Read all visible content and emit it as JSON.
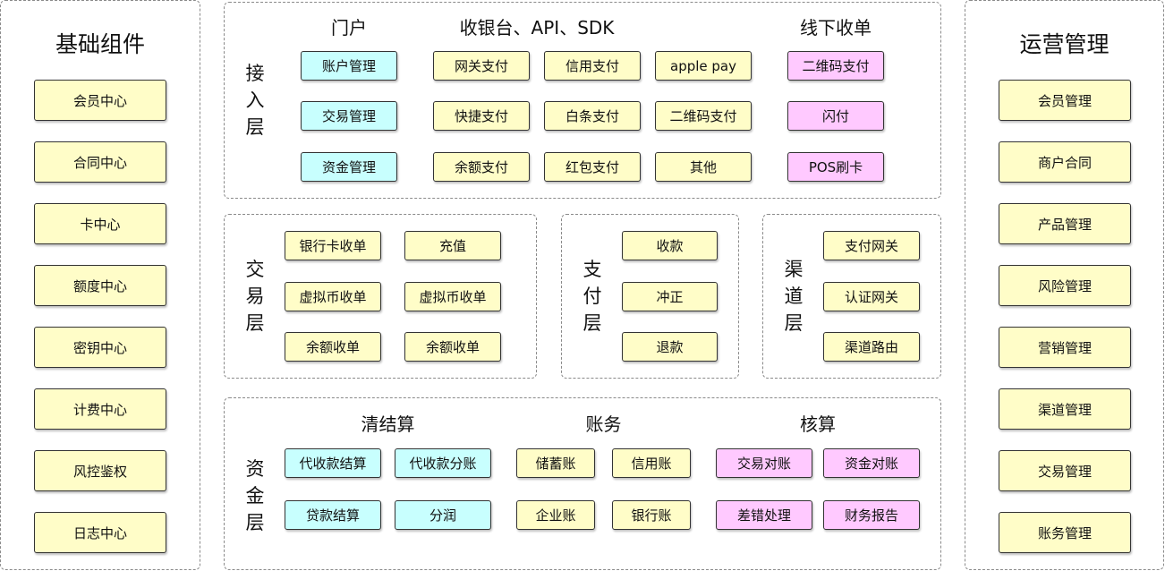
{
  "colors": {
    "yellow": "#fffdc8",
    "cyan": "#c8fffe",
    "pink": "#ffc9ff",
    "border": "#333333"
  },
  "left": {
    "title": "基础组件",
    "items": [
      "会员中心",
      "合同中心",
      "卡中心",
      "额度中心",
      "密钥中心",
      "计费中心",
      "风控鉴权",
      "日志中心"
    ]
  },
  "right": {
    "title": "运营管理",
    "items": [
      "会员管理",
      "商户合同",
      "产品管理",
      "风险管理",
      "营销管理",
      "渠道管理",
      "交易管理",
      "账务管理"
    ]
  },
  "access": {
    "label": "接入层",
    "portal": {
      "header": "门户",
      "items": [
        "账户管理",
        "交易管理",
        "资金管理"
      ]
    },
    "cashier": {
      "header": "收银台、API、SDK",
      "col1": [
        "网关支付",
        "快捷支付",
        "余额支付"
      ],
      "col2": [
        "信用支付",
        "白条支付",
        "红包支付"
      ],
      "col3": [
        "apple pay",
        "二维码支付",
        "其他"
      ]
    },
    "offline": {
      "header": "线下收单",
      "items": [
        "二维码支付",
        "闪付",
        "POS刷卡"
      ]
    }
  },
  "trade": {
    "label": "交易层",
    "col1": [
      "银行卡收单",
      "虚拟币收单",
      "余额收单"
    ],
    "col2": [
      "充值",
      "虚拟币收单",
      "余额收单"
    ]
  },
  "pay": {
    "label": "支付层",
    "items": [
      "收款",
      "冲正",
      "退款"
    ]
  },
  "channel": {
    "label": "渠道层",
    "items": [
      "支付网关",
      "认证网关",
      "渠道路由"
    ]
  },
  "funds": {
    "label": "资金层",
    "clearing": {
      "header": "清结算",
      "row1": [
        "代收款结算",
        "代收款分账"
      ],
      "row2": [
        "贷款结算",
        "分润"
      ]
    },
    "accounts": {
      "header": "账务",
      "row1": [
        "储蓄账",
        "信用账"
      ],
      "row2": [
        "企业账",
        "银行账"
      ]
    },
    "audit": {
      "header": "核算",
      "row1": [
        "交易对账",
        "资金对账"
      ],
      "row2": [
        "差错处理",
        "财务报告"
      ]
    }
  }
}
